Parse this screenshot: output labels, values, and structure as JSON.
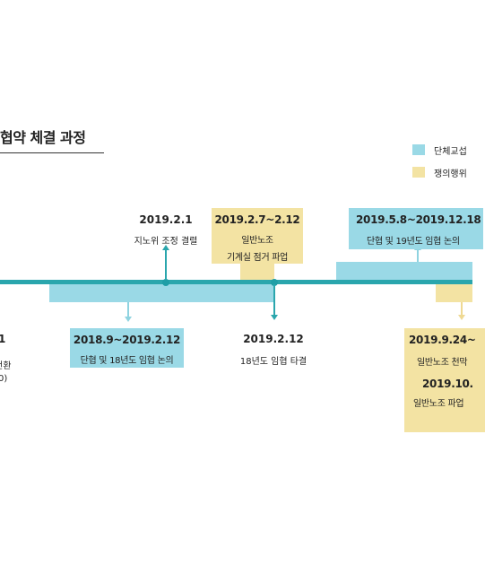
{
  "title": "협약 체결 과정",
  "legend": [
    {
      "label": "단체교섭",
      "color": "#9ad9e6"
    },
    {
      "label": "쟁의행위",
      "color": "#f3e3a3"
    }
  ],
  "left_cut": {
    "date": "1",
    "line1": "전환",
    "line2": "0)"
  },
  "events": {
    "e_2019_2_1": {
      "date": "2019.2.1",
      "desc": "지노위 조정 결렬"
    },
    "e_2019_2_7": {
      "date": "2019.2.7~2.12",
      "line1": "일반노조",
      "line2": "기계실 점거 파업"
    },
    "e_2019_5_8": {
      "date": "2019.5.8~2019.12.18",
      "desc": "단협 및 19년도 임협 논의"
    },
    "e_2018_9": {
      "date": "2018.9~2019.2.12",
      "desc": "단협 및 18년도 임협 논의"
    },
    "e_2019_2_12": {
      "date": "2019.2.12",
      "desc": "18년도 임협 타결"
    },
    "e_2019_9_24": {
      "date": "2019.9.24~",
      "line1": "일반노조 천막",
      "date2": "2019.10.",
      "line2": "일반노조 파업"
    }
  }
}
